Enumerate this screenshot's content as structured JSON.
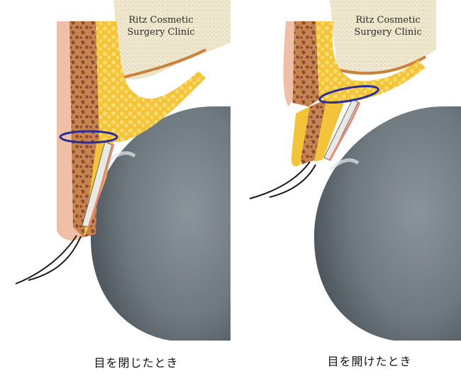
{
  "watermark": {
    "line1": "Ritz Cosmetic",
    "line2": "Surgery Clinic"
  },
  "panels": [
    {
      "caption": "目を閉じたとき"
    },
    {
      "caption": "目を開けたとき"
    }
  ],
  "colors": {
    "background": "#ffffff",
    "fat": "#f3c33a",
    "fat_light": "#f8dc6e",
    "orbital_fat_cream": "#efe8cf",
    "muscle": "#c8844f",
    "muscle_cells": "#8a4a33",
    "skin": "#f0bfa8",
    "tarsus": "#e9e9e2",
    "eyeball": "#6f7a80",
    "eyeball_dark": "#4a5258",
    "suture_ring": "#2b2f9a",
    "lashes": "#1a1a1a"
  }
}
